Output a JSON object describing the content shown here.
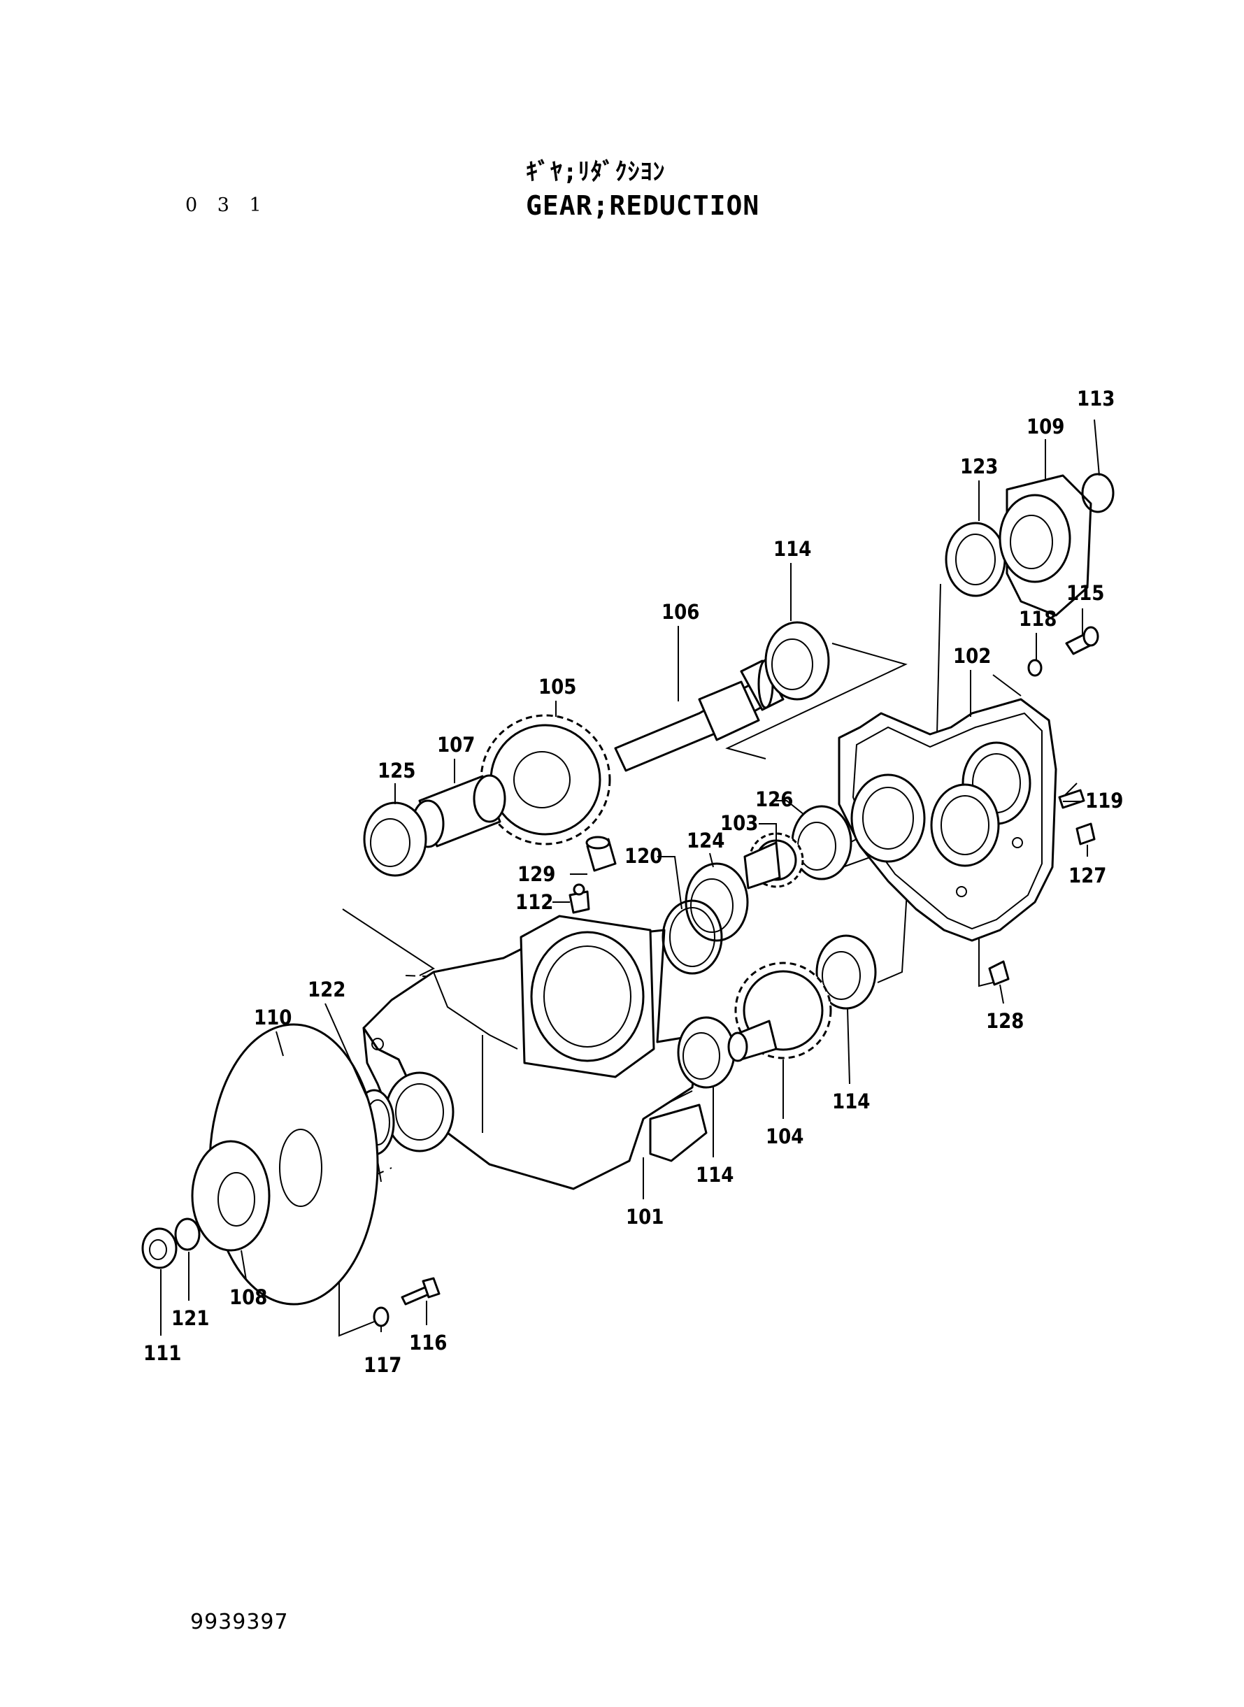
{
  "page_number": "0 3 1",
  "title_jp": "ｷﾞﾔ;ﾘﾀﾞｸｼﾖﾝ",
  "title_en": "GEAR;REDUCTION",
  "doc_code": "9939397",
  "callouts": {
    "p101": "101",
    "p102": "102",
    "p103": "103",
    "p104": "104",
    "p105": "105",
    "p106": "106",
    "p107": "107",
    "p108": "108",
    "p109": "109",
    "p110": "110",
    "p111": "111",
    "p112": "112",
    "p113": "113",
    "p114a": "114",
    "p114b": "114",
    "p114c": "114",
    "p115": "115",
    "p116": "116",
    "p117": "117",
    "p118": "118",
    "p119": "119",
    "p120": "120",
    "p121": "121",
    "p122": "122",
    "p123": "123",
    "p124": "124",
    "p125": "125",
    "p126": "126",
    "p127": "127",
    "p128": "128",
    "p129": "129"
  }
}
